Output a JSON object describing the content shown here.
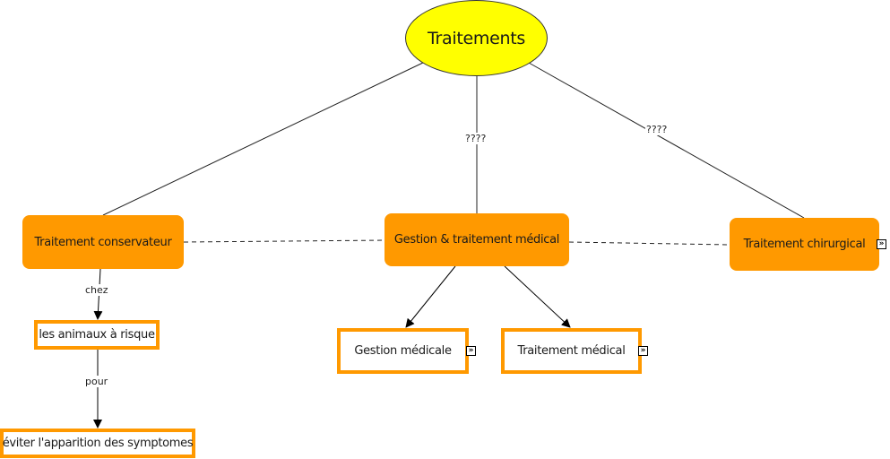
{
  "concept_map": {
    "root": {
      "label": "Traitements",
      "color": "#ffff00"
    },
    "main_nodes": [
      {
        "id": "conservateur",
        "label": "Traitement conservateur",
        "color": "#ff9900"
      },
      {
        "id": "gestion",
        "label": "Gestion & traitement médical",
        "color": "#ff9900"
      },
      {
        "id": "chirurgical",
        "label": "Traitement chirurgical",
        "color": "#ff9900",
        "expandable": true
      }
    ],
    "sub_nodes": [
      {
        "id": "animaux",
        "label": "les animaux à risque",
        "border_color": "#ff9900"
      },
      {
        "id": "eviter",
        "label": "éviter l'apparition des symptomes",
        "border_color": "#ff9900"
      },
      {
        "id": "gestion_medicale",
        "label": "Gestion médicale",
        "border_color": "#ff9900",
        "expandable": true
      },
      {
        "id": "traitement_medical",
        "label": "Traitement médical",
        "border_color": "#ff9900",
        "expandable": true
      }
    ],
    "link_labels": {
      "root_to_gestion": "????",
      "root_to_chirurgical": "????",
      "conservateur_to_animaux": "chez",
      "animaux_to_eviter": "pour"
    },
    "expand_glyph": "»"
  }
}
